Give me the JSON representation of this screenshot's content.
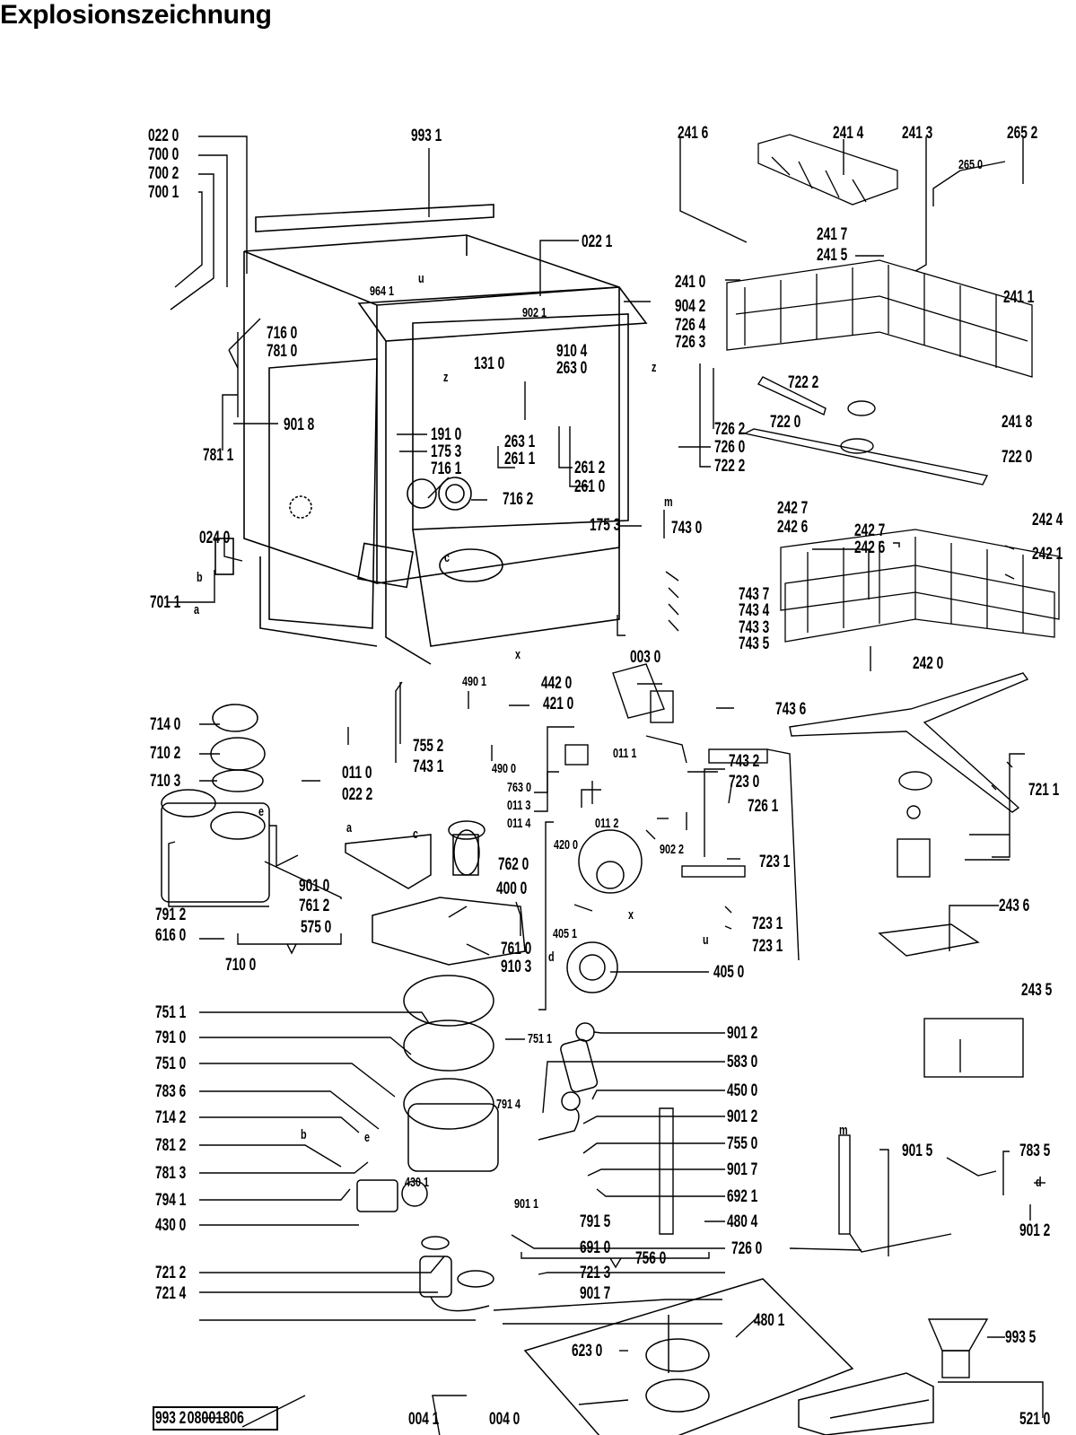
{
  "title": "Explosionszeichnung",
  "document_number": "08001806",
  "labels": {
    "l0220": "022 0",
    "l7000": "700 0",
    "l7002": "700 2",
    "l7001": "700 1",
    "l9931": "993 1",
    "l2416": "241 6",
    "l2414": "241 4",
    "l2413": "241 3",
    "l2652": "265 2",
    "l2650": "265 0",
    "l2417": "241 7",
    "l2415": "241 5",
    "l0221": "022 1",
    "l2410": "241 0",
    "l2411": "241 1",
    "l9641": "964 1",
    "l9021": "902 1",
    "l9042": "904 2",
    "l7264": "726 4",
    "l7263": "726 3",
    "l7160": "716 0",
    "l7810": "781 0",
    "l1310": "131 0",
    "l9104": "910 4",
    "l2630": "263 0",
    "l7222a": "722 2",
    "l7220a": "722 0",
    "l2418": "241 8",
    "l7220b": "722 0",
    "l9018": "901 8",
    "l7811": "781 1",
    "l1910": "191 0",
    "l1753a": "175 3",
    "l2631": "263 1",
    "l2611": "261 1",
    "l7161": "716 1",
    "l2612": "261 2",
    "l2610": "261 0",
    "l7262": "726 2",
    "l7260a": "726 0",
    "l7222b": "722 2",
    "l7162": "716 2",
    "l1753b": "175 3",
    "l0240": "024 0",
    "l2427a": "242 7",
    "l2426a": "242 6",
    "l2427b": "242 7",
    "l2426b": "242 6",
    "l2424": "242 4",
    "l2421": "242 1",
    "l7430": "743 0",
    "l7437": "743 7",
    "l7434": "743 4",
    "l7433": "743 3",
    "l7435": "743 5",
    "l7011": "701 1",
    "l0030": "003 0",
    "l2420": "242 0",
    "l4901": "490 1",
    "l4420": "442 0",
    "l4210": "421 0",
    "l7436": "743 6",
    "l7140": "714 0",
    "l7552": "755 2",
    "l7431": "743 1",
    "l0110": "011 0",
    "l7102": "710 2",
    "l4900": "490 0",
    "l0111": "011 1",
    "l7432": "743 2",
    "l7103": "710 3",
    "l0222": "022 2",
    "l7630": "763 0",
    "l0113": "011 3",
    "l7230": "723 0",
    "l0114": "011 4",
    "l0112": "011 2",
    "l7261": "726 1",
    "l9022": "902 2",
    "l4200": "420 0",
    "l7620": "762 0",
    "l7231a": "723 1",
    "l4000": "400 0",
    "l9010": "901 0",
    "l7612": "761 2",
    "l7912": "791 2",
    "l6160": "616 0",
    "l5750": "575 0",
    "l7231b": "723 1",
    "l7231c": "723 1",
    "l4051": "405 1",
    "l7610": "761 0",
    "l9103": "910 3",
    "l7100": "710 0",
    "l4050": "405 0",
    "l2436": "243 6",
    "l7211": "721 1",
    "l7511a": "751 1",
    "l7910": "791 0",
    "l7511b": "751 1",
    "l7510": "751 0",
    "l7836": "783 6",
    "l7142": "714 2",
    "l7812": "781 2",
    "l7813": "781 3",
    "l7941": "794 1",
    "l4300": "430 0",
    "l9012a": "901 2",
    "l5830": "583 0",
    "l4500": "450 0",
    "l9012b": "901 2",
    "l7550": "755 0",
    "l9017a": "901 7",
    "l6921": "692 1",
    "l7914": "791 4",
    "l4301": "430 1",
    "l9011": "901 1",
    "l7915": "791 5",
    "l6910": "691 0",
    "l4804": "480 4",
    "l2435": "243 5",
    "l9015": "901 5",
    "l7835": "783 5",
    "l9012c": "901 2",
    "l7260b": "726 0",
    "l7212": "721 2",
    "l7213": "721 3",
    "l7214": "721 4",
    "l9017b": "901 7",
    "l7560": "756 0",
    "l4801": "480 1",
    "l6230": "623 0",
    "l9935": "993 5",
    "l9932": "993 2",
    "l0041": "004 1",
    "l0040": "004 0",
    "l5210": "521 0"
  },
  "markers": {
    "u1": "u",
    "u2": "u",
    "z1": "z",
    "z2": "z",
    "m1": "m",
    "m2": "m",
    "c1": "c",
    "c2": "c",
    "x1": "x",
    "x2": "x",
    "a1": "a",
    "a2": "a",
    "b1": "b",
    "b2": "b",
    "d1": "d",
    "d2": "d",
    "e1": "e",
    "e2": "e"
  }
}
